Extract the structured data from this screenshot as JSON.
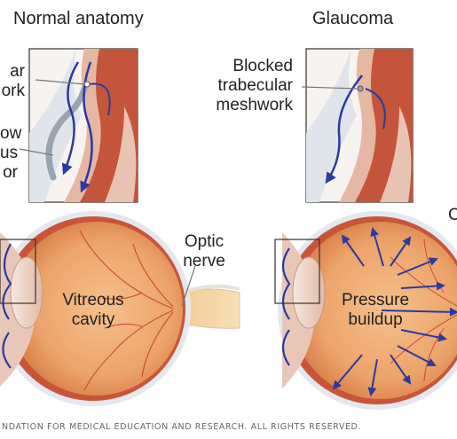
{
  "panels": {
    "left_title": "Normal anatomy",
    "right_title": "Glaucoma"
  },
  "labels": {
    "trabecular_meshwork_fragment": [
      "ar",
      "ork"
    ],
    "aqueous_flow_fragment": [
      "ow",
      "us",
      "or"
    ],
    "blocked_meshwork": [
      "Blocked",
      "trabecular",
      "meshwork"
    ],
    "optic_nerve": [
      "Optic",
      "nerve"
    ],
    "vitreous_cavity": [
      "Vitreous",
      "cavity"
    ],
    "pressure_buildup": [
      "Pressure",
      "buildup"
    ],
    "edge_fragment": "C"
  },
  "footer": "NDATION FOR MEDICAL EDUCATION AND RESEARCH. ALL RIGHTS RESERVED.",
  "colors": {
    "eye_orange": "#e8a067",
    "tissue_red": "#c8553a",
    "flow_blue": "#2a3aa0",
    "sclera": "#e9ecf0"
  }
}
